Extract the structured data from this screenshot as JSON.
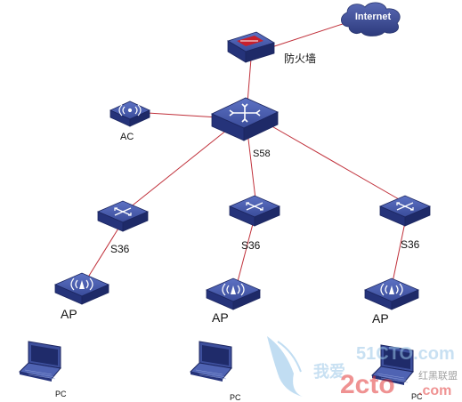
{
  "cloud": {
    "label": "Internet"
  },
  "firewall": {
    "label": "防火墙"
  },
  "core": {
    "label": "S58"
  },
  "ac": {
    "label": "AC"
  },
  "switches": [
    {
      "label": "S36"
    },
    {
      "label": "S36"
    },
    {
      "label": "S36"
    }
  ],
  "aps": [
    {
      "label": "AP"
    },
    {
      "label": "AP"
    },
    {
      "label": "AP"
    }
  ],
  "pcs": [
    {
      "label": "PC"
    },
    {
      "label": "PC"
    },
    {
      "label": "PC"
    }
  ],
  "watermark": {
    "text1": "51CTO.com",
    "text2": "我爱",
    "text3": "2cto",
    "text4": "红黑联盟",
    "text5": ".com"
  },
  "colors": {
    "device_fill": "#2e3f86",
    "device_top": "#4b5fb0",
    "link": "#c0303a",
    "cloud": "#3b4a8e"
  }
}
